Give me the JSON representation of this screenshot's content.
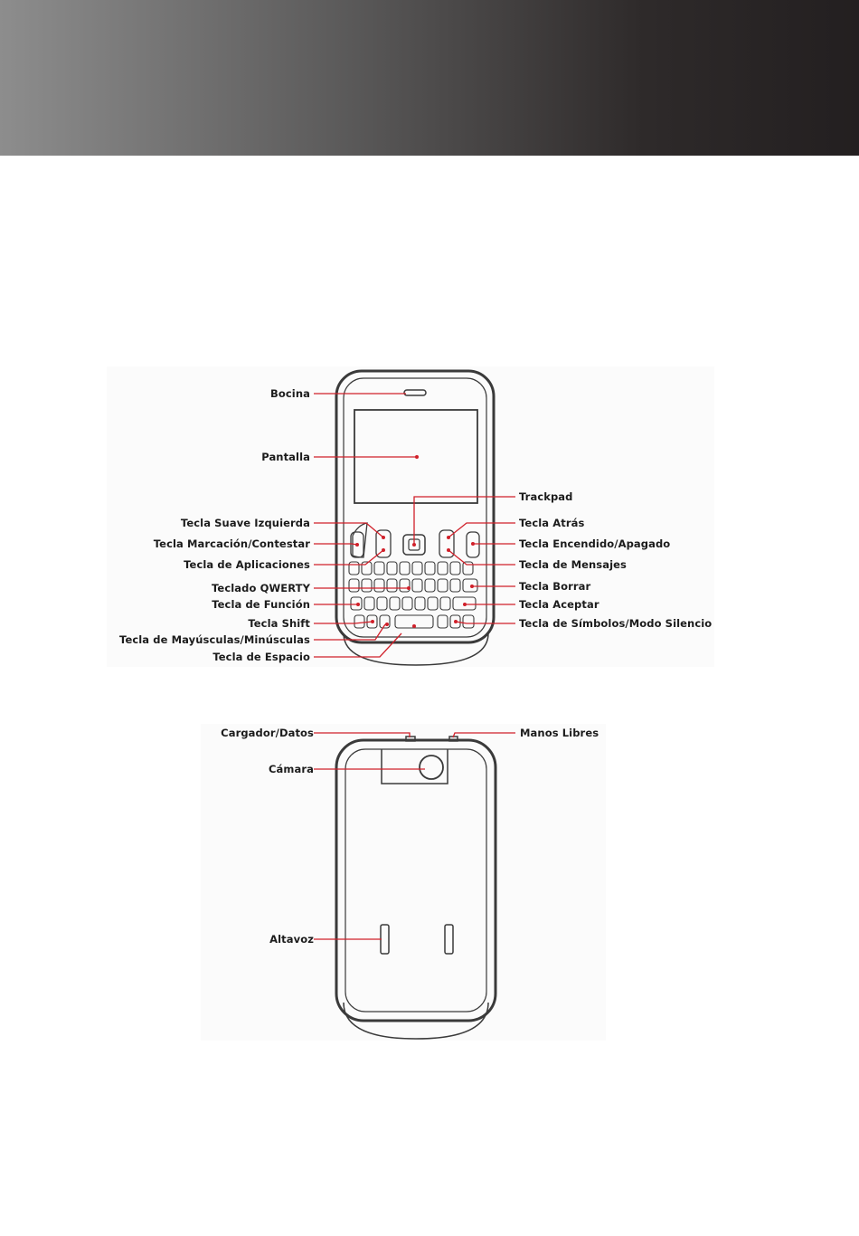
{
  "front_labels": {
    "bocina": "Bocina",
    "pantalla": "Pantalla",
    "trackpad": "Trackpad",
    "tecla_suave_izquierda": "Tecla Suave Izquierda",
    "tecla_atras": "Tecla Atrás",
    "tecla_marcacion": "Tecla Marcación/Contestar",
    "tecla_encendido": "Tecla Encendido/Apagado",
    "tecla_aplicaciones": "Tecla de Aplicaciones",
    "tecla_mensajes": "Tecla de Mensajes",
    "teclado_qwerty": "Teclado QWERTY",
    "tecla_borrar": "Tecla Borrar",
    "tecla_funcion": "Tecla de Función",
    "tecla_aceptar": "Tecla Aceptar",
    "tecla_shift": "Tecla Shift",
    "tecla_simbolos": "Tecla de Símbolos/Modo Silencio",
    "tecla_mayusculas": "Tecla de Mayúsculas/Minúsculas",
    "tecla_espacio": "Tecla de Espacio"
  },
  "back_labels": {
    "cargador": "Cargador/Datos",
    "manos_libres": "Manos Libres",
    "camara": "Cámara",
    "altavoz": "Altavoz"
  },
  "colors": {
    "header_start": "#8d8d8d",
    "header_end": "#231f20",
    "callout_line": "#d0202a",
    "outline": "#3a3a3a"
  }
}
